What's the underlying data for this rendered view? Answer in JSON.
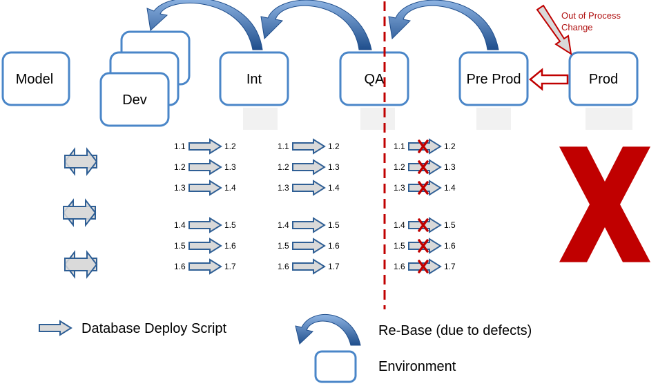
{
  "colors": {
    "box_stroke": "#4a86c8",
    "arrow_fill": "#d9d9d9",
    "arrow_stroke": "#2f5f95",
    "rebase_light": "#8eb4e3",
    "rebase_dark": "#1f4e8c",
    "divider": "#c00000",
    "fail_x": "#c00000",
    "oop": "#b01010"
  },
  "environments": [
    {
      "id": "model",
      "label": "Model"
    },
    {
      "id": "dev",
      "label": "Dev"
    },
    {
      "id": "int",
      "label": "Int"
    },
    {
      "id": "qa",
      "label": "QA"
    },
    {
      "id": "preprod",
      "label": "Pre Prod"
    },
    {
      "id": "prod",
      "label": "Prod"
    }
  ],
  "out_of_process": {
    "line1": "Out of Process",
    "line2": "Change"
  },
  "deploy_columns": [
    {
      "id": "int",
      "failed": false,
      "rows": [
        {
          "from": "1.1",
          "to": "1.2"
        },
        {
          "from": "1.2",
          "to": "1.3"
        },
        {
          "from": "1.3",
          "to": "1.4"
        },
        {
          "from": "1.4",
          "to": "1.5"
        },
        {
          "from": "1.5",
          "to": "1.6"
        },
        {
          "from": "1.6",
          "to": "1.7"
        }
      ]
    },
    {
      "id": "qa",
      "failed": false,
      "rows": [
        {
          "from": "1.1",
          "to": "1.2"
        },
        {
          "from": "1.2",
          "to": "1.3"
        },
        {
          "from": "1.3",
          "to": "1.4"
        },
        {
          "from": "1.4",
          "to": "1.5"
        },
        {
          "from": "1.5",
          "to": "1.6"
        },
        {
          "from": "1.6",
          "to": "1.7"
        }
      ]
    },
    {
      "id": "preprod",
      "failed": true,
      "rows": [
        {
          "from": "1.1",
          "to": "1.2"
        },
        {
          "from": "1.2",
          "to": "1.3"
        },
        {
          "from": "1.3",
          "to": "1.4"
        },
        {
          "from": "1.4",
          "to": "1.5"
        },
        {
          "from": "1.5",
          "to": "1.6"
        },
        {
          "from": "1.6",
          "to": "1.7"
        }
      ]
    }
  ],
  "legend": {
    "deploy_script": "Database Deploy Script",
    "rebase": "Re-Base (due to defects)",
    "environment": "Environment"
  }
}
